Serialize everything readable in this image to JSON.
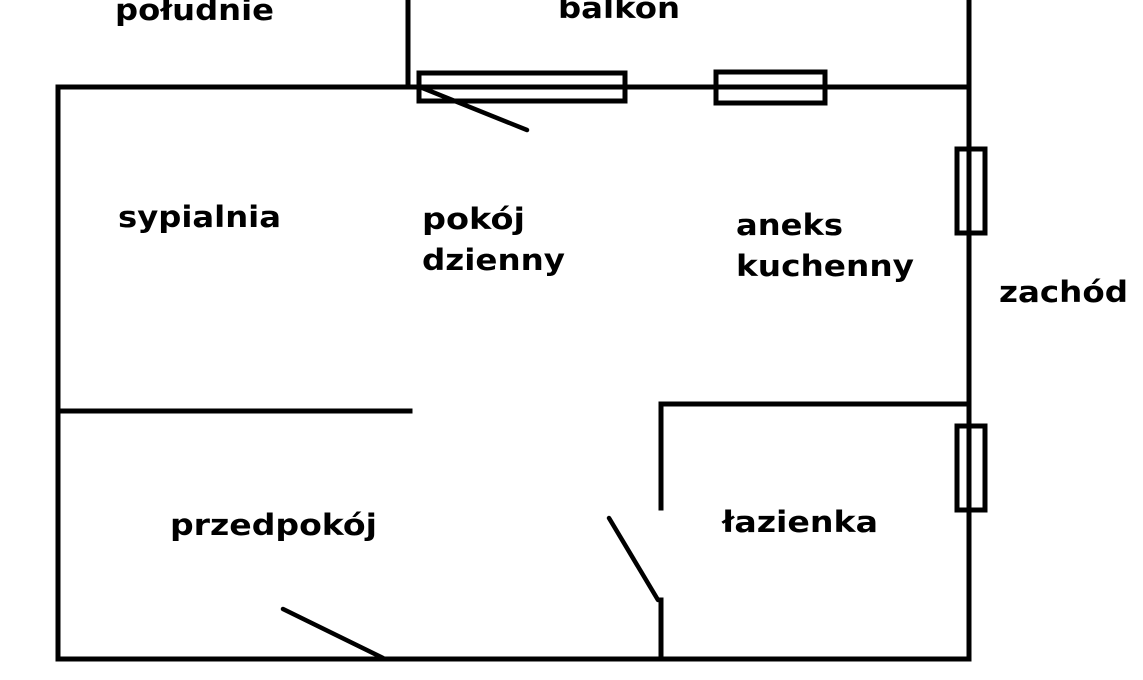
{
  "labels": {
    "south": "południe",
    "balcony": "balkon",
    "bedroom": "sypialnia",
    "living_room_line1": "pokój",
    "living_room_line2": "dzienny",
    "kitchenette_line1": "aneks",
    "kitchenette_line2": "kuchenny",
    "west": "zachód",
    "hallway": "przedpokój",
    "bathroom": "łazienka"
  },
  "colors": {
    "line": "#000000",
    "background": "#ffffff"
  }
}
